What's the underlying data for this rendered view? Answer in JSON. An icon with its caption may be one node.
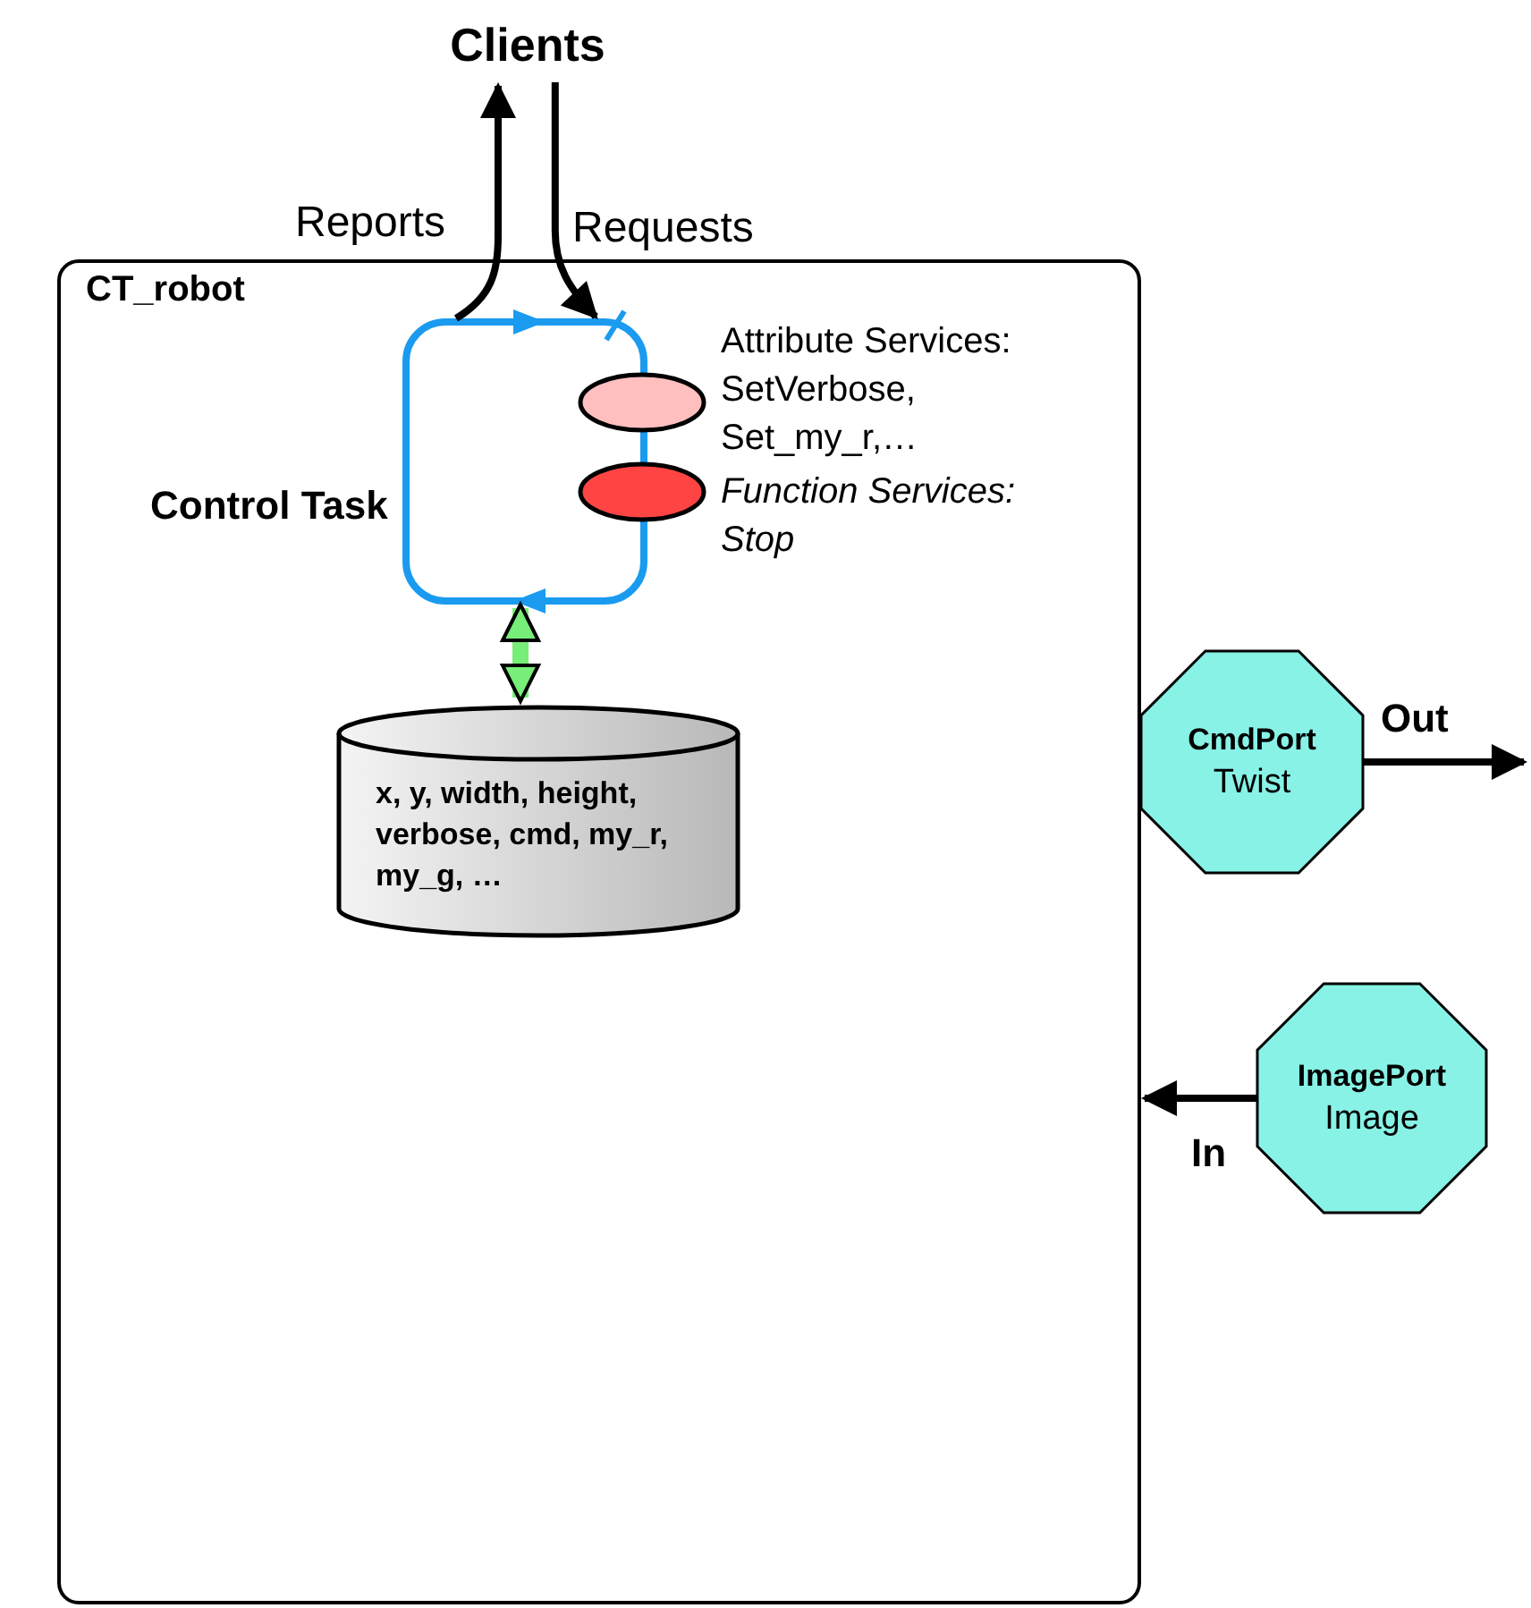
{
  "diagram": {
    "nodes": [
      {
        "text": [
          "Clients"
        ]
      },
      {
        "text": [
          "CT_robot"
        ]
      },
      {
        "text": [
          "Control Task"
        ],
        "in": 1
      },
      {
        "text": [],
        "shape": "ellipse",
        "in": 1
      },
      {
        "text": [],
        "shape": "ellipse",
        "in": 1
      },
      {
        "text": [
          "x, y, width, height, verbose, cmd, my_r, my_g, …"
        ],
        "in": 1
      },
      {
        "text": [
          "CmdPort",
          "Twist"
        ]
      },
      {
        "text": [
          "ImagePort",
          "Image"
        ]
      }
    ],
    "edges": [
      {
        "from": 2,
        "to": 0,
        "arrow": "to",
        "label": "Reports"
      },
      {
        "from": 0,
        "to": 2,
        "arrow": "to",
        "label": "Requests"
      },
      {
        "from": 2,
        "to": 5,
        "arrow": "both",
        "style": "thick",
        "color": "#77ee77"
      },
      {
        "from": 6,
        "to": null,
        "arrow": "to",
        "label": "Out"
      },
      {
        "from": 7,
        "to": 1,
        "arrow": "to",
        "label": "In"
      }
    ],
    "labels": [
      "Attribute Services: SetVerbose, Set_my_r,…",
      "Function Services: Stop"
    ]
  }
}
